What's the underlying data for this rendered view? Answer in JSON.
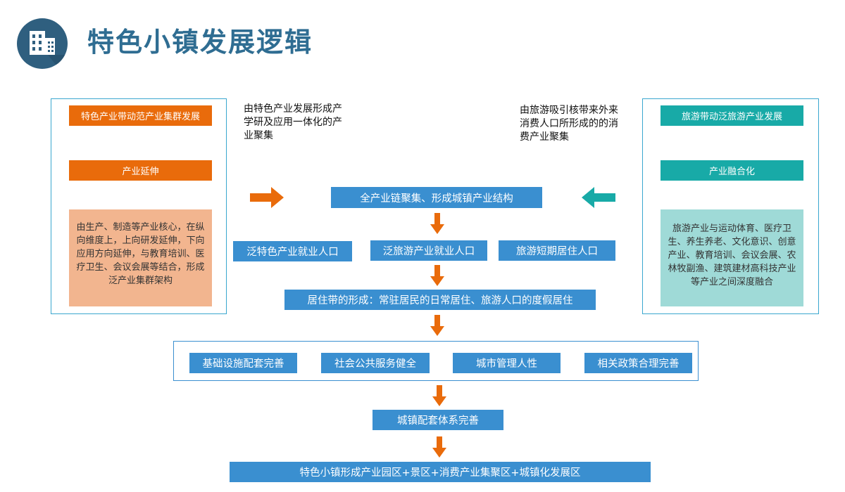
{
  "title": "特色小镇发展逻辑",
  "left_panel": {
    "tag1": "特色产业带动范产业集群发展",
    "tag2": "产业延伸",
    "description": "由生产、制造等产业核心，在纵向维度上，上向研发延伸，下向应用方向延伸，与教育培训、医疗卫生、会议会展等结合，形成泛产业集群架构"
  },
  "right_panel": {
    "tag1": "旅游带动泛旅游产业发展",
    "tag2": "产业融合化",
    "description": "旅游产业与运动体育、医疗卫生、养生养老、文化意识、创意产业、教育培训、会议会展、农林牧副渔、建筑建材高科技产业等产业之间深度融合"
  },
  "notes": {
    "left": "由特色产业发展形成产学研及应用一体化的产业聚集",
    "right": "由旅游吸引核带来外来消费人口所形成的的消费产业聚集"
  },
  "flow": {
    "cluster": "全产业链聚集、形成城镇产业结构",
    "population": [
      "泛特色产业就业人口",
      "泛旅游产业就业人口",
      "旅游短期居住人口"
    ],
    "residence": "居住带的形成：常驻居民的日常居住、旅游人口的度假居住",
    "conditions": [
      "基础设施配套完善",
      "社会公共服务健全",
      "城市管理人性",
      "相关政策合理完善"
    ],
    "system": "城镇配套体系完善",
    "result": "特色小镇形成产业园区+景区+消费产业集聚区+城镇化发展区"
  },
  "colors": {
    "title": "#2f6d92",
    "orange": "#e96b0b",
    "teal": "#18aaa7",
    "blue": "#3a8fd0",
    "arrow": "#e96b0b"
  }
}
